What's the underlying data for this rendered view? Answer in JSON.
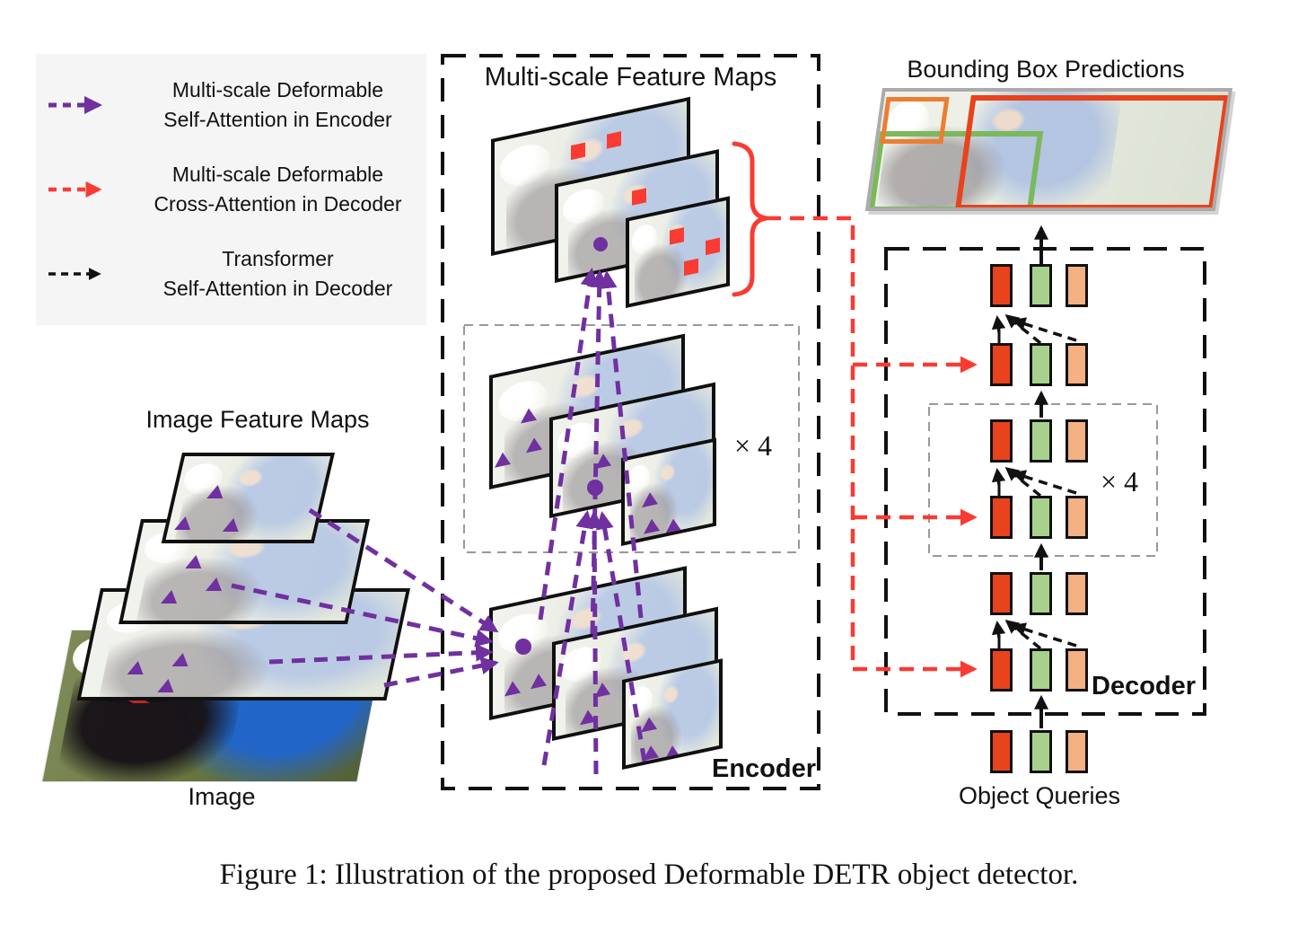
{
  "palette": {
    "purple": "#7030A0",
    "red": "#F93B32",
    "ink": "#111111",
    "graydash": "#999999",
    "block-red": "#E8431C",
    "block-green": "#A9D18E",
    "block-peach": "#F4B183",
    "bbox-orange": "#ED7D31",
    "bbox-green": "#7CB85C",
    "bbox-red": "#E8431C",
    "legend-bg": "#f5f5f6"
  },
  "legend": {
    "items": [
      {
        "id": "encoder-self-attention",
        "arrow": "purple-dashed-arrow",
        "line1": "Multi-scale Deformable",
        "line2": "Self-Attention in Encoder"
      },
      {
        "id": "decoder-cross-attention",
        "arrow": "red-dashed-arrow",
        "line1": "Multi-scale Deformable",
        "line2": "Cross-Attention in Decoder"
      },
      {
        "id": "decoder-self-attention",
        "arrow": "black-dashed-arrow",
        "line1": "Transformer",
        "line2": "Self-Attention in Decoder"
      }
    ]
  },
  "left": {
    "feature_maps_title": "Image Feature Maps",
    "image_label": "Image"
  },
  "encoder": {
    "title": "Multi-scale Feature Maps",
    "label": "Encoder",
    "multiplier": "× 4"
  },
  "decoder": {
    "label": "Decoder",
    "multiplier": "× 4",
    "object_queries_label": "Object Queries"
  },
  "predictions": {
    "title": "Bounding Box Predictions"
  },
  "caption": "Figure 1: Illustration of the proposed Deformable DETR object detector."
}
